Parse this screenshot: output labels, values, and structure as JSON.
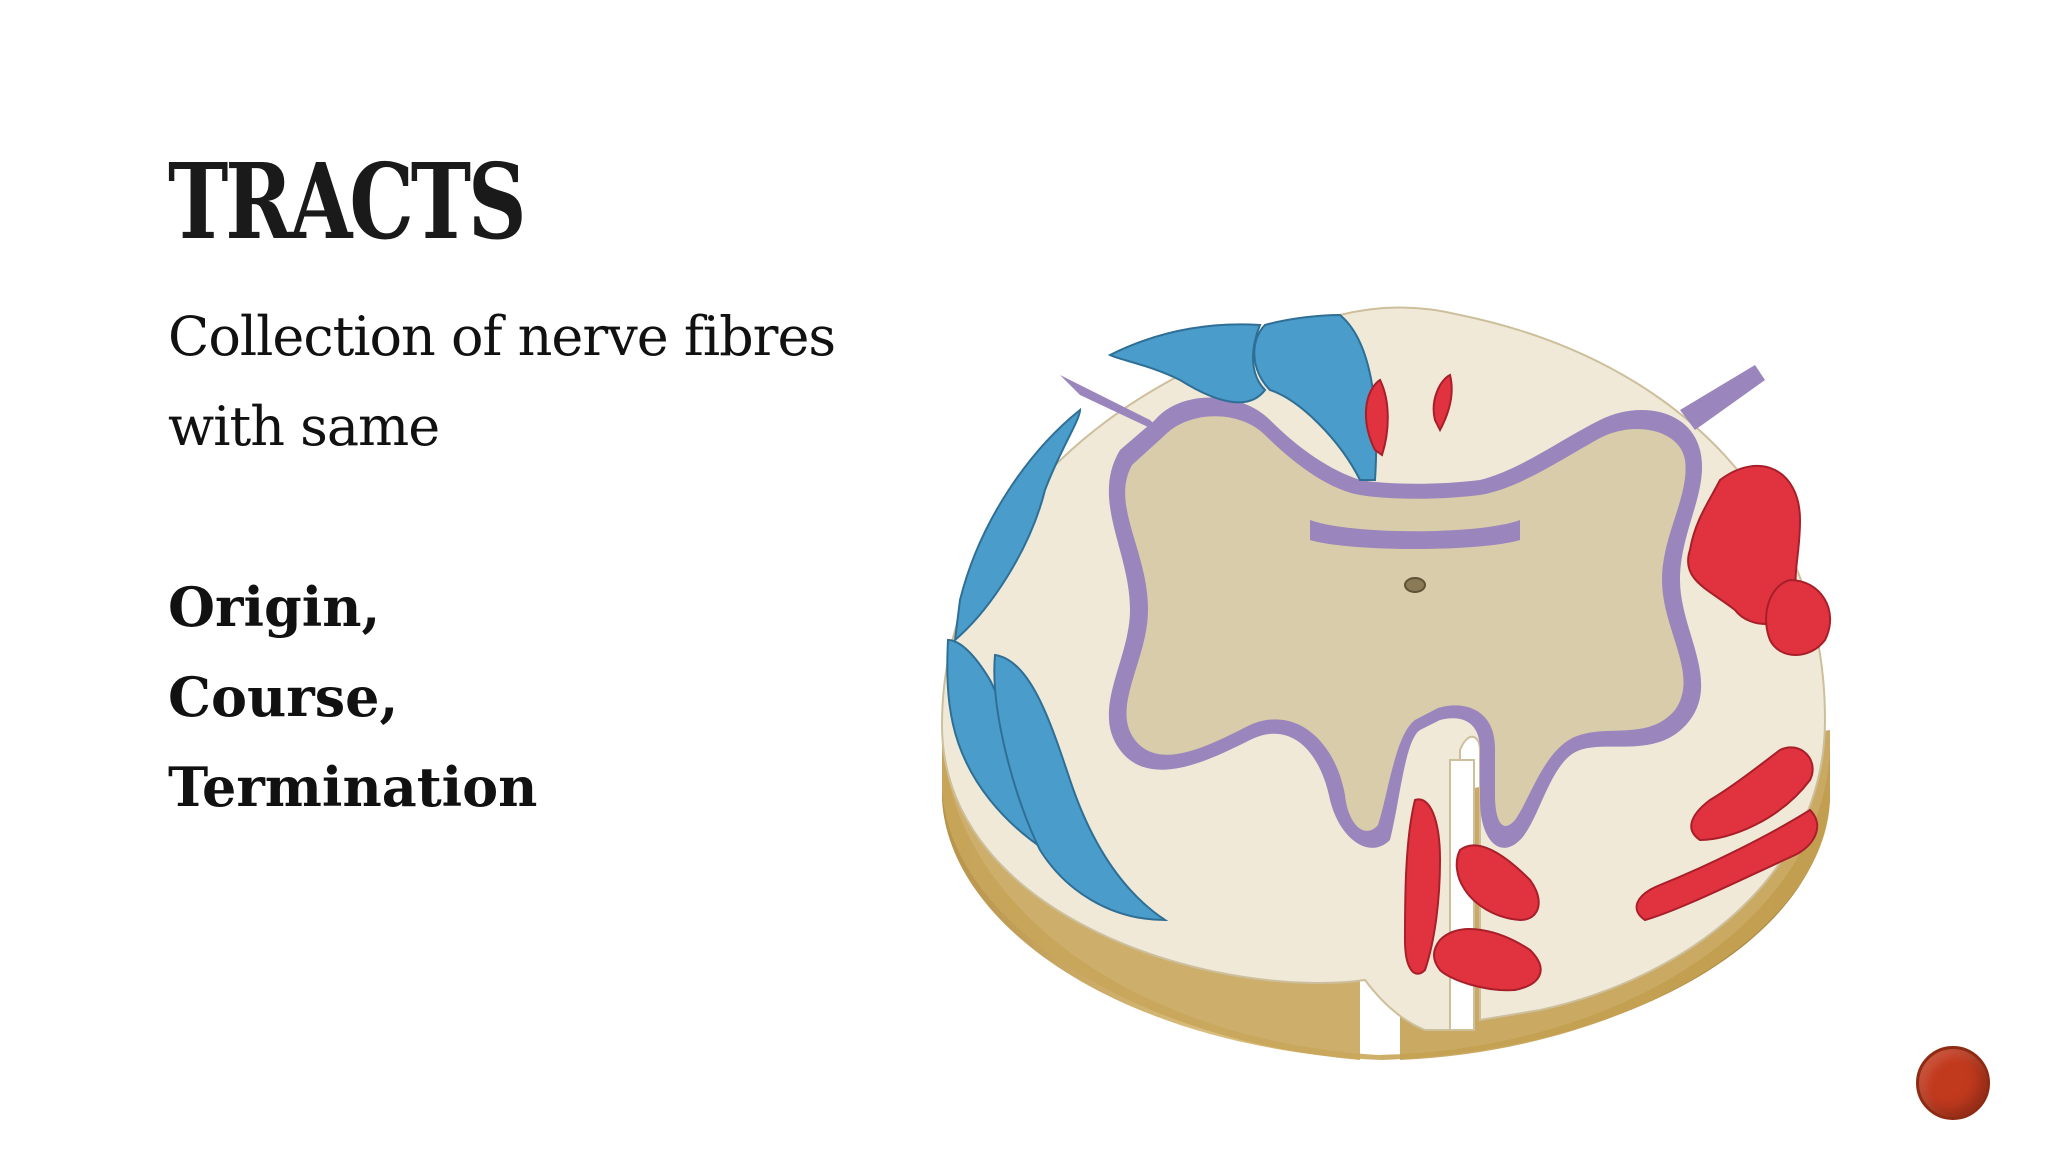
{
  "slide": {
    "title": "TRACTS",
    "body": {
      "line1": "Collection of nerve fibres",
      "line2": "with same",
      "bold_items": [
        "Origin,",
        "Course,",
        "Termination"
      ]
    }
  },
  "diagram": {
    "subject": "spinal cord cross-section",
    "colors": {
      "ascending_tracts": "#4a9ccb",
      "descending_tracts": "#e0333f",
      "grey_matter": "#d8ccaa",
      "grey_matter_border": "#9a86bd",
      "white_matter": "#f0e8d6",
      "side_wall": "#c9a85e"
    }
  },
  "badge": {
    "color": "#c23a1e",
    "icon": "slide-number-badge"
  }
}
